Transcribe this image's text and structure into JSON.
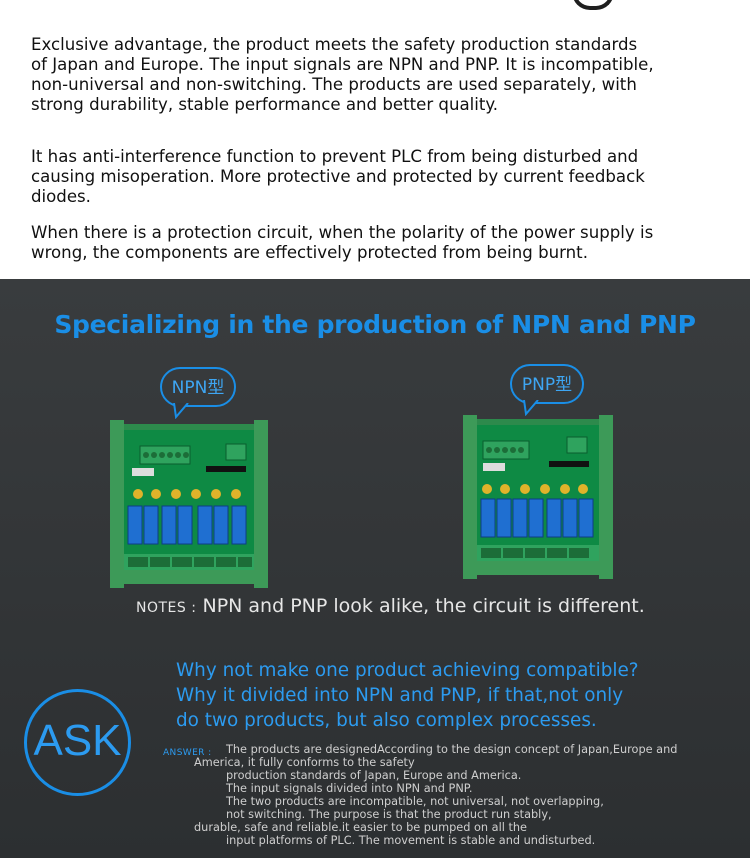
{
  "intro": {
    "paragraph1": "Exclusive advantage, the product meets the safety production standards\n of Japan and Europe. The input signals are NPN and PNP. It is incompatible,\nnon-universal and non-switching. The products are used separately, with\nstrong durability, stable performance and better quality.",
    "paragraph2": "It has anti-interference function to prevent PLC from being disturbed and\ncausing misoperation. More protective and protected by current feedback\ndiodes.",
    "paragraph3": "When there is a protection circuit, when the polarity of the power supply is\nwrong, the components are effectively protected from being burnt."
  },
  "headline": "Specializing in the production of NPN and PNP",
  "products": {
    "npn_label": "NPN型",
    "pnp_label": "PNP型"
  },
  "notes": {
    "label": "NOTES :",
    "text": " NPN and PNP look alike, the circuit is different."
  },
  "ask": {
    "icon_text": "ASK",
    "question": "Why not make one product achieving compatible?\nWhy it divided into NPN and PNP, if that,not only\ndo two products, but also complex processes.",
    "answer_label": "ANSWER :",
    "answer_lines": [
      "The products are designedAccording to the design concept of Japan,Europe and",
      "America, it fully conforms to the safety",
      "production standards of Japan, Europe and America.",
      "The input signals divided into NPN and PNP.",
      "The two products are incompatible, not universal, not overlapping,",
      "not switching. The purpose is that the product run stably,",
      "durable, safe and reliable.it easier to be pumped on all the",
      "input platforms of PLC. The movement is stable and undisturbed."
    ]
  },
  "colors": {
    "accent": "#1a8ee6",
    "dark_background": "#2f3234",
    "relay_blue": "#1f6fd1",
    "pcb_green": "#0f8f47"
  }
}
